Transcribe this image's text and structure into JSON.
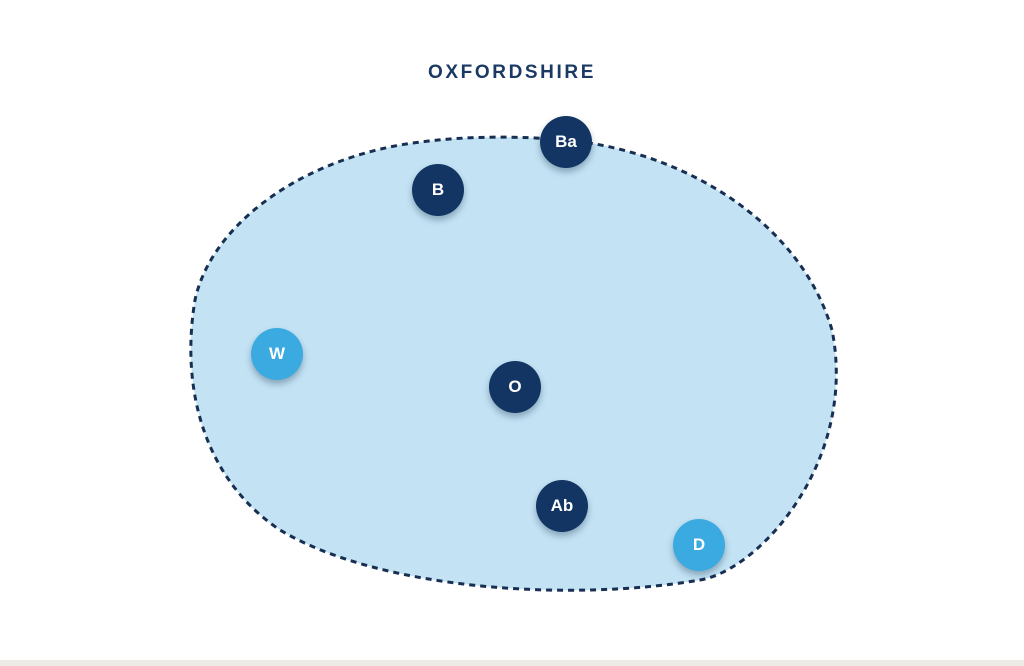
{
  "title": "OXFORDSHIRE",
  "colors": {
    "region_fill": "#c3e3f5",
    "region_border": "#172f52",
    "title": "#1b3a63",
    "marker_dark": "#123563",
    "marker_light": "#3aaae0"
  },
  "markers": [
    {
      "label": "Ba",
      "style": "dark"
    },
    {
      "label": "B",
      "style": "dark"
    },
    {
      "label": "W",
      "style": "light"
    },
    {
      "label": "O",
      "style": "dark"
    },
    {
      "label": "Ab",
      "style": "dark"
    },
    {
      "label": "D",
      "style": "light"
    }
  ]
}
